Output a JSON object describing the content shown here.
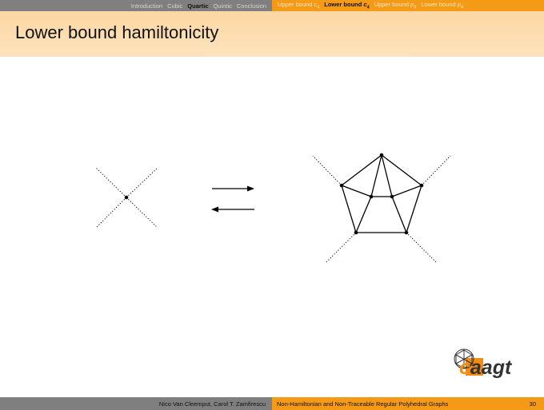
{
  "nav": {
    "sections": [
      {
        "label": "Introduction",
        "active": false
      },
      {
        "label": "Cubic",
        "active": false
      },
      {
        "label": "Quartic",
        "active": true
      },
      {
        "label": "Quintic",
        "active": false
      },
      {
        "label": "Conclusion",
        "active": false
      }
    ],
    "subsections": [
      {
        "label": "Upper bound ",
        "var": "c",
        "sub": "4",
        "active": false
      },
      {
        "label": "Lower bound ",
        "var": "c",
        "sub": "4",
        "active": true
      },
      {
        "label": "Upper bound ",
        "var": "p",
        "sub": "4",
        "active": false
      },
      {
        "label": "Lower bound ",
        "var": "p",
        "sub": "4",
        "active": false
      }
    ]
  },
  "slide": {
    "title": "Lower bound hamiltonicity"
  },
  "logo": {
    "text_c": "c",
    "text_rest": "aagt",
    "accent": "#f28c14"
  },
  "footer": {
    "authors": "Nico Van Cleemput, Carol T. Zamfirescu",
    "talk_title": "Non-Hamiltonian and Non-Traceable Regular Polyhedral Graphs",
    "page": "30"
  },
  "colors": {
    "nav_left": "#7f7f7f",
    "nav_right": "#f59a16",
    "title_bg": "#fbd7a3"
  }
}
